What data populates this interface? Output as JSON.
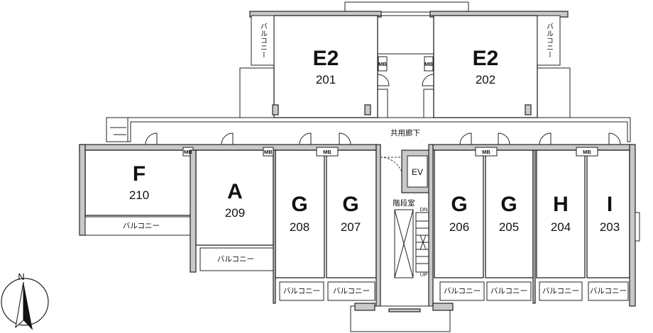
{
  "units": [
    {
      "type": "E2",
      "number": "201"
    },
    {
      "type": "E2",
      "number": "202"
    },
    {
      "type": "F",
      "number": "210"
    },
    {
      "type": "A",
      "number": "209"
    },
    {
      "type": "G",
      "number": "208"
    },
    {
      "type": "G",
      "number": "207"
    },
    {
      "type": "G",
      "number": "206"
    },
    {
      "type": "G",
      "number": "205"
    },
    {
      "type": "H",
      "number": "204"
    },
    {
      "type": "I",
      "number": "203"
    }
  ],
  "labels": {
    "corridor": "共用廊下",
    "stairwell": "階段室",
    "balcony": "バルコニー",
    "meter_box": "MB",
    "elevator": "EV",
    "stair_down": "DN",
    "stair_up": "UP",
    "north": "N"
  }
}
